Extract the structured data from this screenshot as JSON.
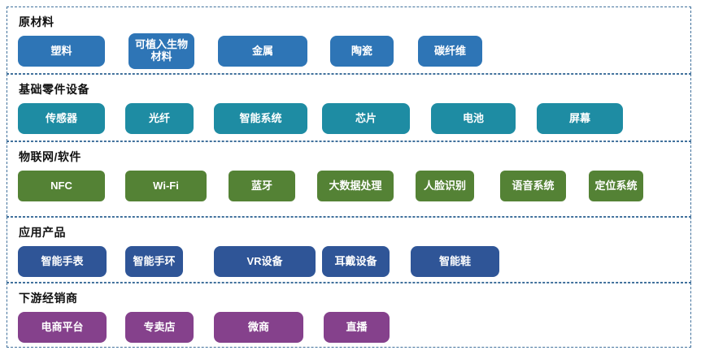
{
  "page": {
    "background": "#ffffff",
    "border_color": "#41719C"
  },
  "sections": [
    {
      "title": "原材料",
      "color": "#2E75B6",
      "items": [
        {
          "label": "塑料"
        },
        {
          "label": "可植入生物材料"
        },
        {
          "label": "金属"
        },
        {
          "label": "陶瓷"
        },
        {
          "label": "碳纤维"
        }
      ]
    },
    {
      "title": "基础零件设备",
      "color": "#1E8CA3",
      "items": [
        {
          "label": "传感器"
        },
        {
          "label": "光纤"
        },
        {
          "label": "智能系统"
        },
        {
          "label": "芯片"
        },
        {
          "label": "电池"
        },
        {
          "label": "屏幕"
        }
      ]
    },
    {
      "title": "物联网/软件",
      "color": "#548235",
      "items": [
        {
          "label": "NFC"
        },
        {
          "label": "Wi-Fi"
        },
        {
          "label": "蓝牙"
        },
        {
          "label": "大数据处理"
        },
        {
          "label": "人脸识别"
        },
        {
          "label": "语音系统"
        },
        {
          "label": "定位系统"
        }
      ]
    },
    {
      "title": "应用产品",
      "color": "#2F5597",
      "items": [
        {
          "label": "智能手表"
        },
        {
          "label": "智能手环"
        },
        {
          "label": "VR设备"
        },
        {
          "label": "耳戴设备"
        },
        {
          "label": "智能鞋"
        }
      ]
    },
    {
      "title": "下游经销商",
      "color": "#85418C",
      "items": [
        {
          "label": "电商平台"
        },
        {
          "label": "专卖店"
        },
        {
          "label": "微商"
        },
        {
          "label": "直播"
        }
      ]
    }
  ]
}
